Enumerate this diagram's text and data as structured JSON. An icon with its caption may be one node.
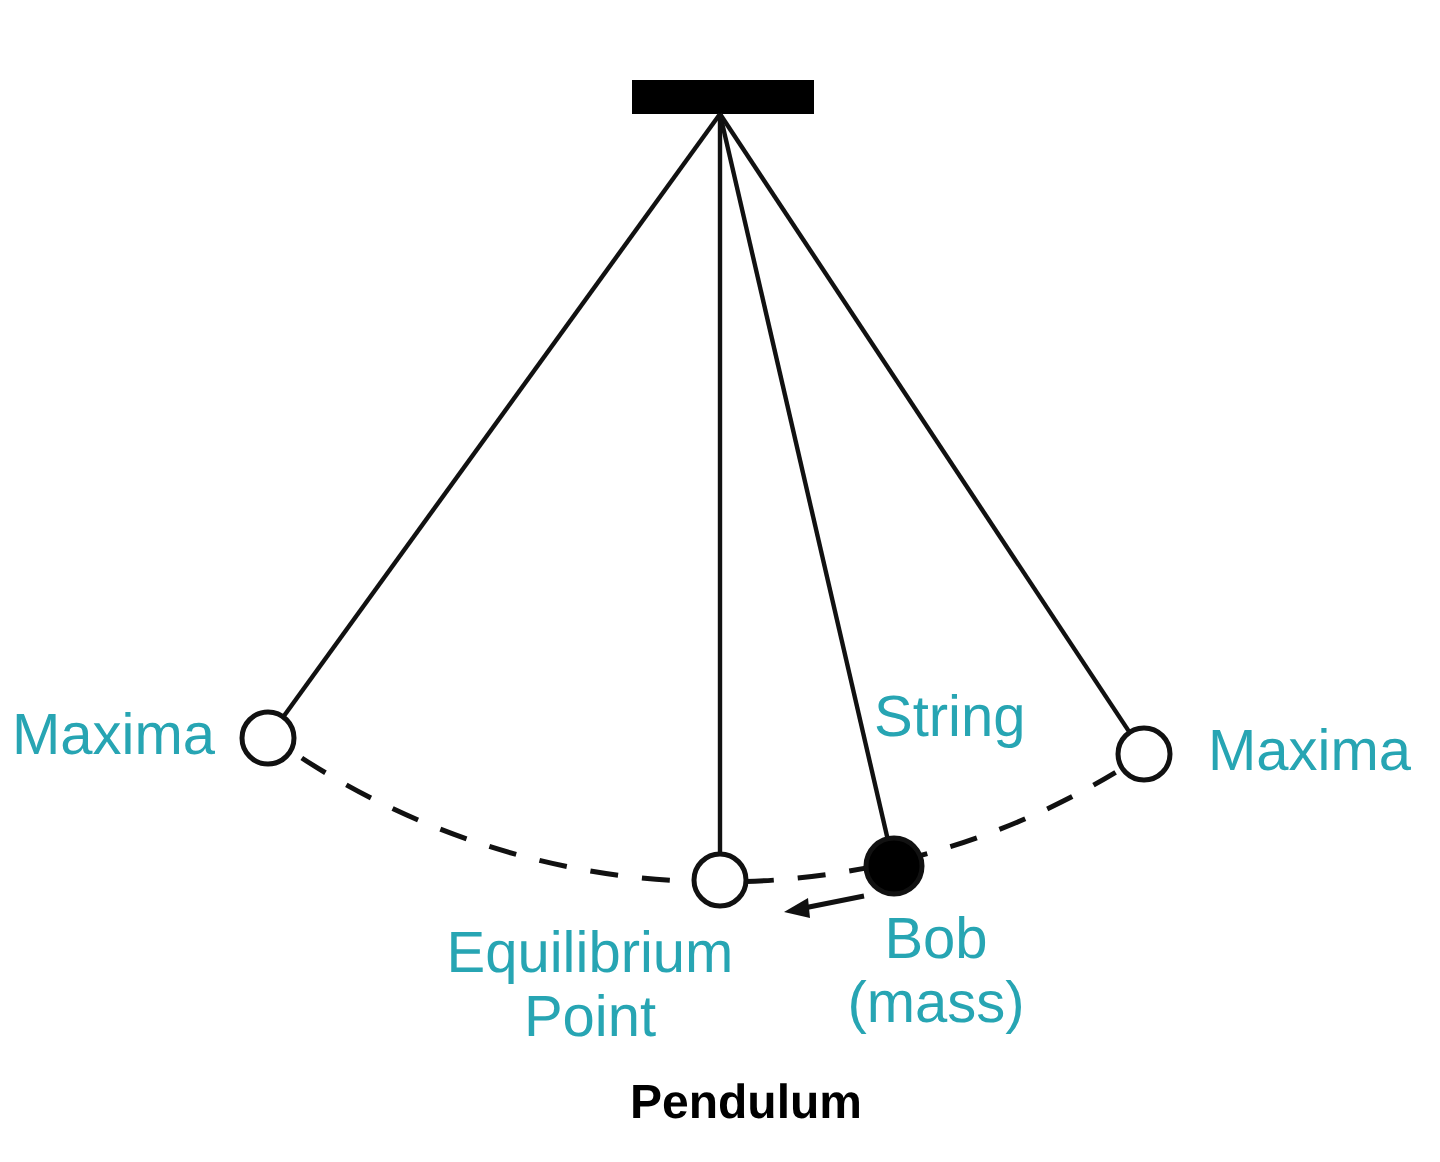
{
  "diagram": {
    "caption": "Pendulum",
    "labels": [
      "Maxima",
      "String",
      "Maxima",
      "Equilibrium Point",
      "Bob (mass)"
    ]
  }
}
